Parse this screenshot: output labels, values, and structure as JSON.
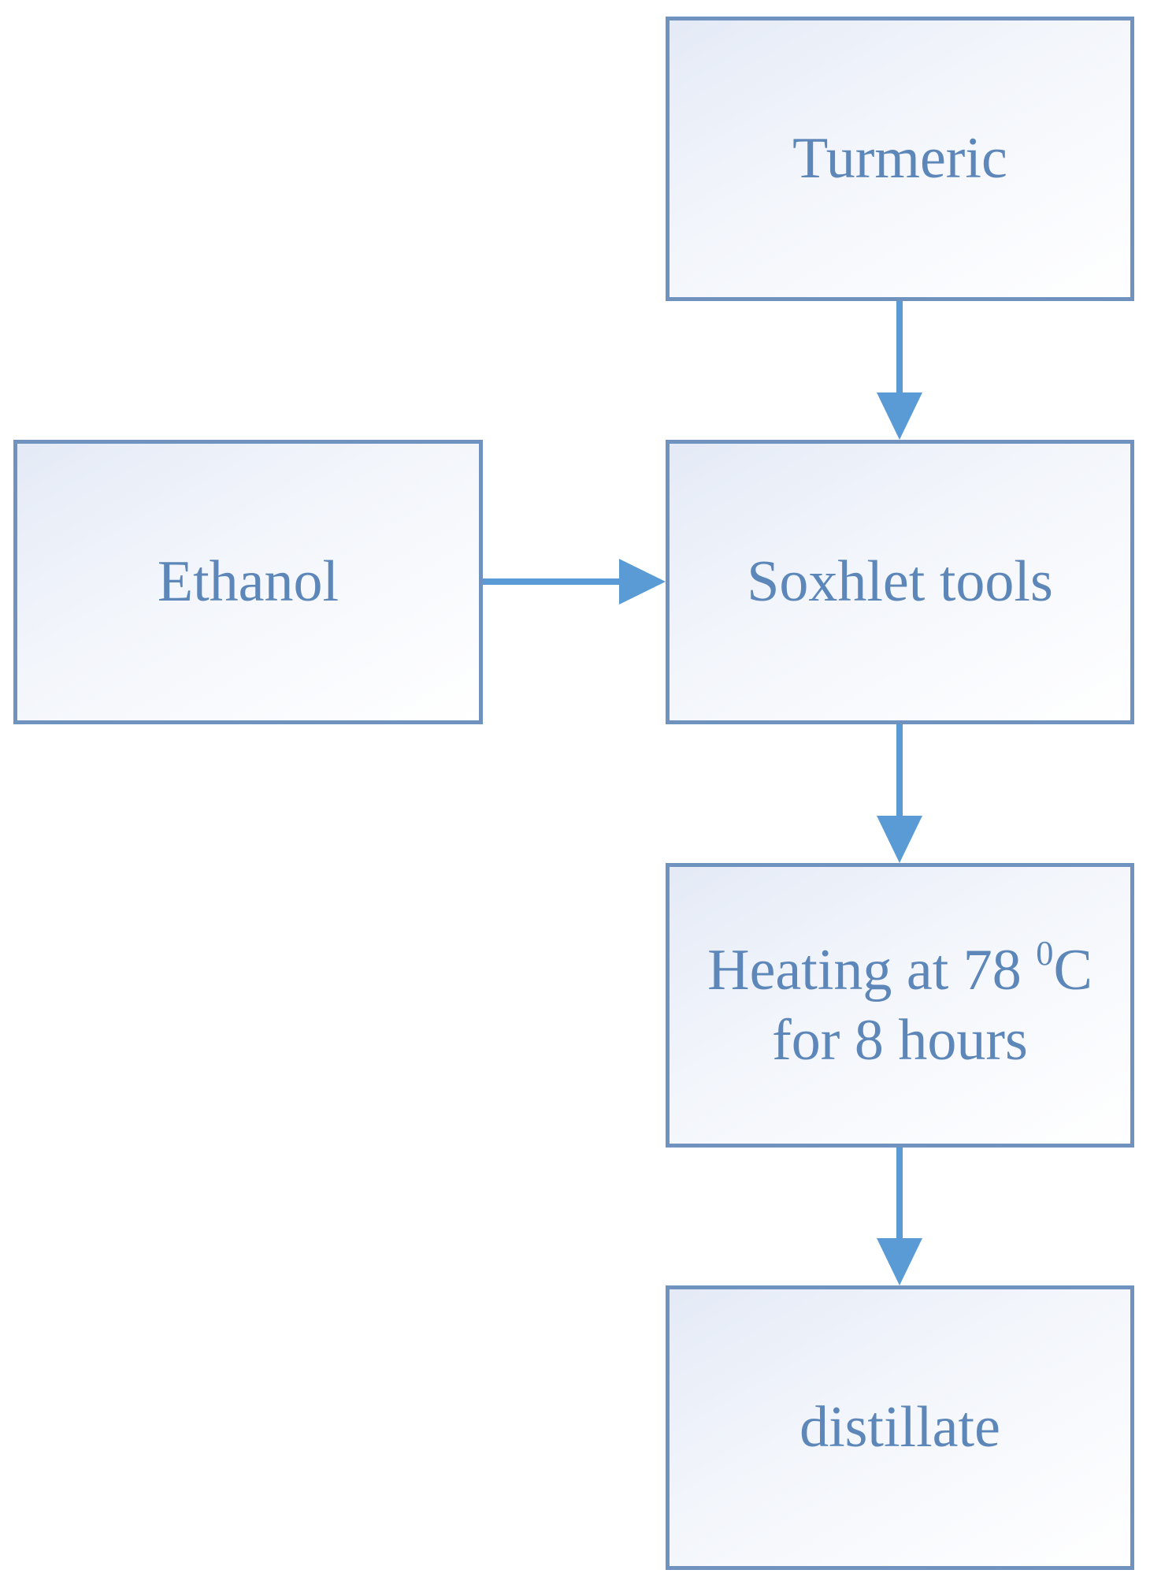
{
  "diagram": {
    "nodes": {
      "turmeric": {
        "label": "Turmeric"
      },
      "ethanol": {
        "label": "Ethanol"
      },
      "soxhlet": {
        "label": "Soxhlet tools"
      },
      "heating": {
        "line1_prefix": "Heating at 78 ",
        "line1_superscript": "0",
        "line1_suffix": "C",
        "line2": "for 8 hours"
      },
      "distillate": {
        "label": "distillate"
      }
    },
    "edges": [
      {
        "from": "turmeric",
        "to": "soxhlet"
      },
      {
        "from": "ethanol",
        "to": "soxhlet"
      },
      {
        "from": "soxhlet",
        "to": "heating"
      },
      {
        "from": "heating",
        "to": "distillate"
      }
    ],
    "colors": {
      "box_border": "#6f93be",
      "text": "#5d87b9",
      "arrow": "#5b9bd5"
    }
  }
}
